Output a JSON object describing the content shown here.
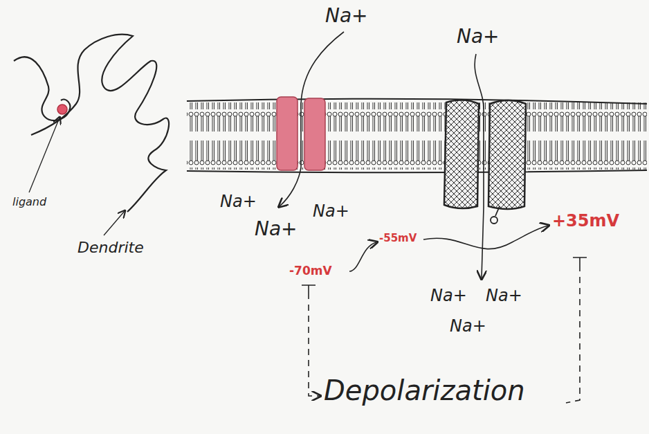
{
  "diagram": {
    "labels": [
      "Na+",
      "Na+",
      "ligand",
      "Na+",
      "Na+",
      "Na+",
      "Dendrite",
      "+35mV",
      "-55mV",
      "-70mV",
      "Na+",
      "Na+",
      "Na+",
      "Depolarization"
    ]
  }
}
